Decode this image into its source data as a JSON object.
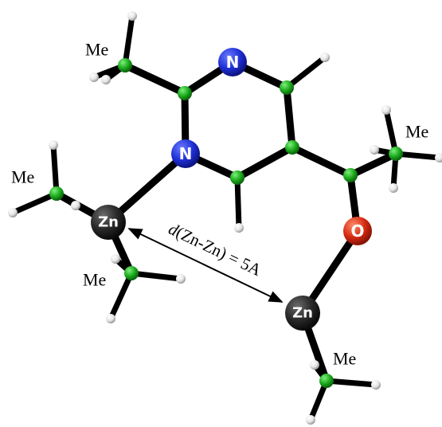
{
  "molecule": {
    "ring_nitrogen_label": "N",
    "oxygen_label": "O",
    "zinc_label": "Zn",
    "methyl_labels": [
      "Me",
      "Me",
      "Me",
      "Me",
      "Me"
    ],
    "distance_label_prefix": "d",
    "distance_label_rest": "(Zn-Zn) = 5A"
  },
  "colors": {
    "bond": "#000000",
    "nitrogen": "#1f2fd6",
    "oxygen": "#d42a10",
    "zinc": "#2b2b2b",
    "carbon": "#1aa81a",
    "hydrogen": "#e6e6e6"
  }
}
